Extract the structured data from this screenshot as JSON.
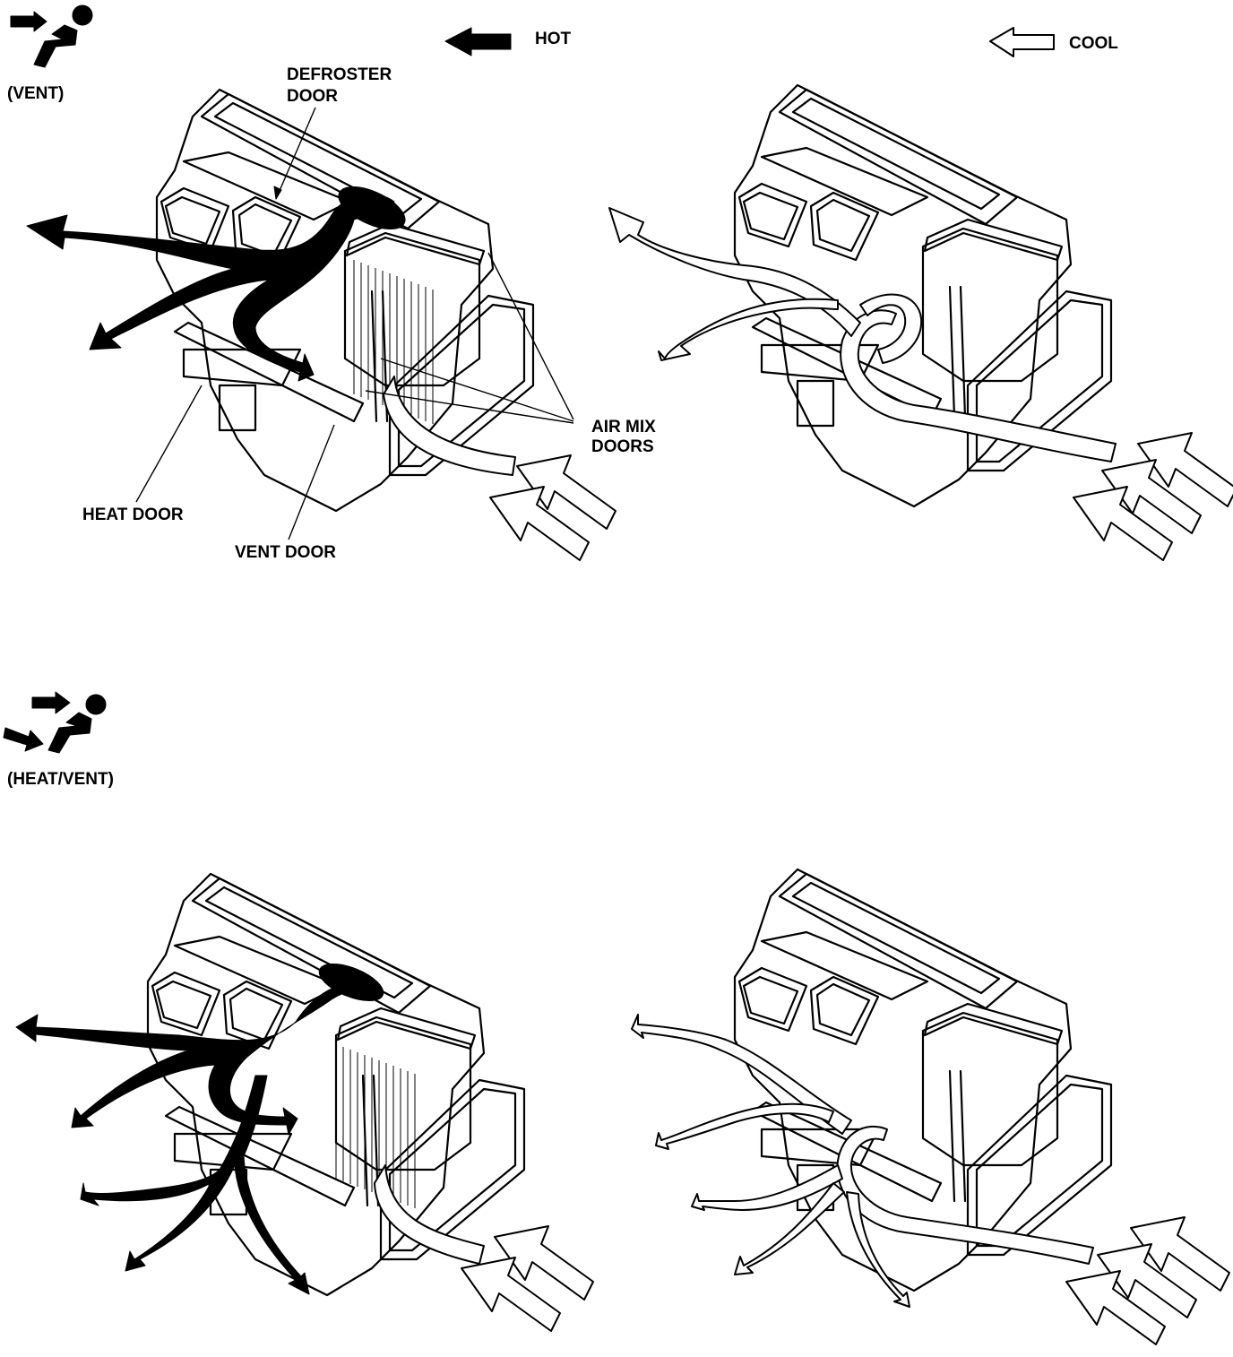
{
  "legend": {
    "hot_label": "HOT",
    "cool_label": "COOL",
    "hot_color": "#000000",
    "cool_color": "#ffffff"
  },
  "modes": [
    {
      "label": "(VENT)",
      "icon": "vent-mode-icon"
    },
    {
      "label": "(HEAT/VENT)",
      "icon": "heat-vent-mode-icon"
    }
  ],
  "callouts": {
    "defroster_door_line1": "DEFROSTER",
    "defroster_door_line2": "DOOR",
    "air_mix_doors_line1": "AIR MIX",
    "air_mix_doors_line2": "DOORS",
    "heat_door": "HEAT DOOR",
    "vent_door": "VENT DOOR"
  }
}
